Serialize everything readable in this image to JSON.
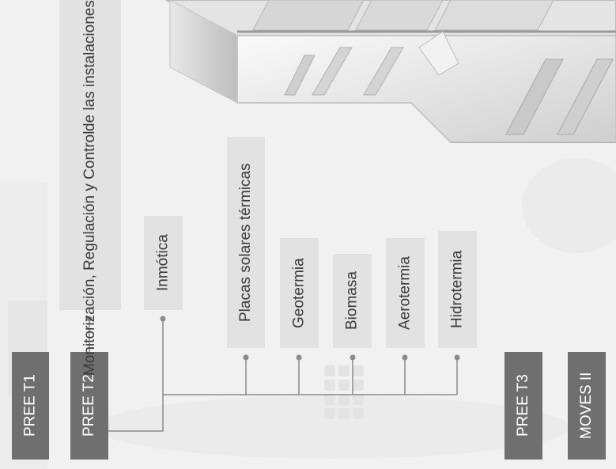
{
  "programs": {
    "pree_t1": "PREE T1",
    "pree_t2": "PREE T2",
    "pree_t3": "PREE T3",
    "moves_ii": "MOVES II"
  },
  "categories": {
    "monitorizacion_line1": "Monitorización, Regulación y Control",
    "monitorizacion_line2": "de las instalaciones Térmicas",
    "inmotica": "Inmótica",
    "placas": "Placas solares térmicas",
    "geotermia": "Geotermia",
    "biomasa": "Biomasa",
    "aerotermia": "Aerotermia",
    "hidrotermia": "Hidrotermia"
  },
  "colors": {
    "program_box": "#6f6f6f",
    "category_box": "#e2e2e2",
    "connector": "#8a8a8a"
  }
}
